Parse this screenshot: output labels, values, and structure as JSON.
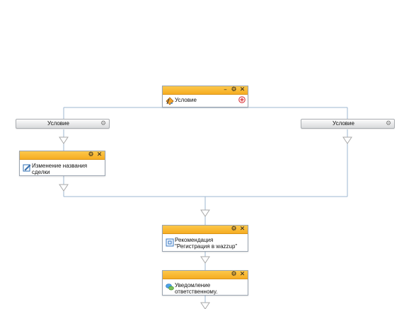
{
  "condition_block": {
    "title": "Условие"
  },
  "branches": [
    {
      "label": "Условие"
    },
    {
      "label": "Условие"
    }
  ],
  "blocks": [
    {
      "title": "Изменение названия\nсделки",
      "icon": "edit-icon"
    },
    {
      "title": "Рекомендация\n\"Регистрация в wazzup\"",
      "icon": "recommendation-icon"
    },
    {
      "title": "Уведомление\nответственному.",
      "icon": "chat-bubbles-icon"
    }
  ],
  "header_icons": [
    "minimize-icon",
    "gear-icon",
    "close-icon"
  ],
  "colors": {
    "header": "#f8b530",
    "connector": "#9db7d1",
    "arrow": "#cccccc",
    "add_button": "#d9333a"
  }
}
